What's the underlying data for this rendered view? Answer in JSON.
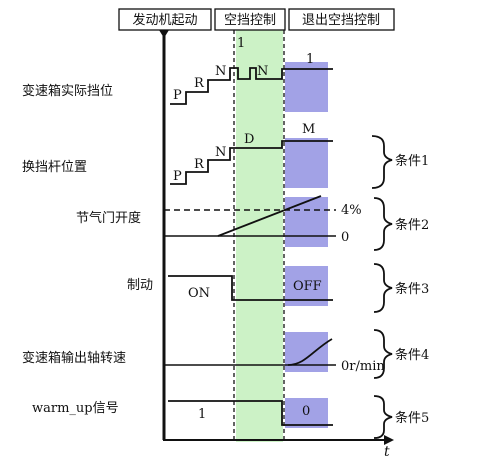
{
  "phases": {
    "engine_start": "发动机起动",
    "neutral_control": "空挡控制",
    "exit_neutral_control": "退出空挡控制"
  },
  "signals": {
    "gearbox_actual_gear": {
      "label": "变速箱实际挡位",
      "steps": [
        "P",
        "R",
        "N"
      ],
      "neutral_marks": [
        "1",
        "N"
      ],
      "after": "1"
    },
    "shift_lever_position": {
      "label": "换挡杆位置",
      "steps": [
        "P",
        "R",
        "N"
      ],
      "during": "D",
      "after": "M"
    },
    "throttle_opening": {
      "label": "节气门开度",
      "threshold": "4%",
      "zero": "0"
    },
    "brake": {
      "label": "制动",
      "on": "ON",
      "off": "OFF"
    },
    "output_shaft_speed": {
      "label": "变速箱输出轴转速",
      "value": "0r/min"
    },
    "warm_up_signal": {
      "label": "warm_up信号",
      "during": "1",
      "after": "0"
    }
  },
  "conditions": [
    "条件1",
    "条件2",
    "条件3",
    "条件4",
    "条件5"
  ],
  "time_axis_label": "t",
  "colors": {
    "neutral_band": "#ccf2c6",
    "exit_band": "#a2a2e6",
    "line": "#111111",
    "background": "#ffffff"
  }
}
